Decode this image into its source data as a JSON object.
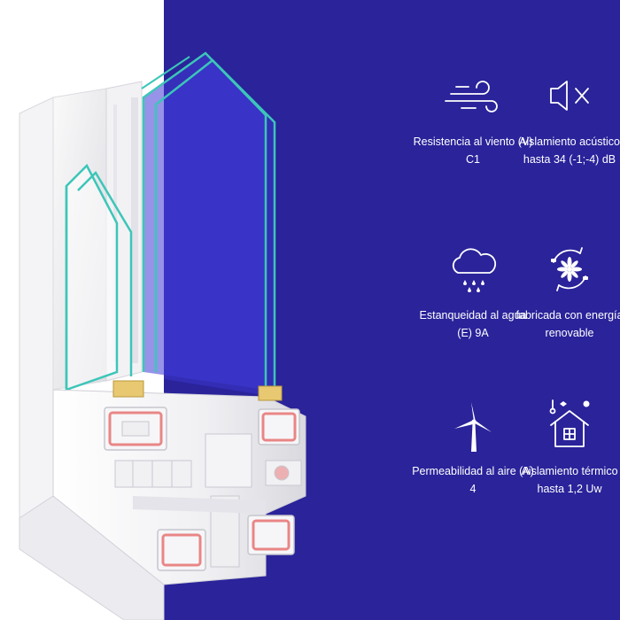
{
  "colors": {
    "panel_background": "#2a239a",
    "glass_edge": "#3cc6b8",
    "glass_tint": "#3f3ad6",
    "icon_stroke": "#ffffff",
    "insulation": "#e98686"
  },
  "features": [
    {
      "icon": "wind-icon",
      "text": "Resistencia al viento (V) C1"
    },
    {
      "icon": "speaker-mute-icon",
      "text": "Aislamiento acústico hasta 34 (-1;-4) dB"
    },
    {
      "icon": "rain-cloud-icon",
      "text": "Estanqueidad al agua (E) 9A"
    },
    {
      "icon": "renewable-energy-icon",
      "text": "fabricada con energía renovable"
    },
    {
      "icon": "wind-turbine-icon",
      "text": "Permeabilidad al aire (A) 4"
    },
    {
      "icon": "thermal-house-icon",
      "text": "Aislamiento térmico hasta 1,2 Uw"
    }
  ]
}
